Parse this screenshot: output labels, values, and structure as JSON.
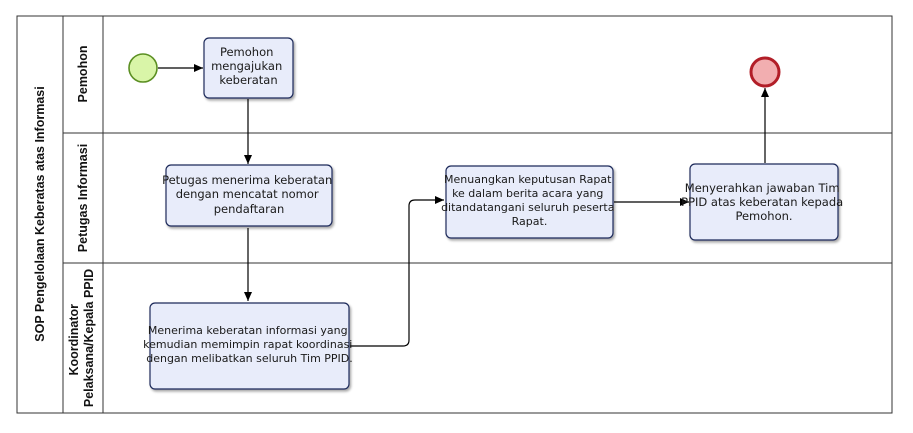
{
  "pool": {
    "title": "SOP Pengelolaan Keberatas atas Informasi"
  },
  "lanes": [
    {
      "lines": [
        "Pemohon"
      ]
    },
    {
      "lines": [
        "Petugas Informasi"
      ]
    },
    {
      "lines": [
        "Koordinator",
        "Pelaksana/Kepala PPID"
      ]
    }
  ],
  "tasks": [
    {
      "id": "t1",
      "lines": [
        "Pemohon",
        "mengajukan",
        "keberatan"
      ]
    },
    {
      "id": "t2",
      "lines": [
        "Petugas menerima keberatan",
        "dengan mencatat nomor",
        "pendaftaran"
      ]
    },
    {
      "id": "t3",
      "lines": [
        "Menerima keberatan informasi yang",
        "kemudian memimpin rapat koordinasi",
        "dengan melibatkan seluruh Tim PPID."
      ]
    },
    {
      "id": "t4",
      "lines": [
        "Menuangkan keputusan Rapat",
        "ke dalam berita acara yang",
        "ditandatangani seluruh peserta",
        "Rapat."
      ]
    },
    {
      "id": "t5",
      "lines": [
        "Menyerahkan jawaban Tim",
        "PPID atas keberatan kepada",
        "Pemohon."
      ]
    }
  ],
  "colors": {
    "task_fill": "#e8ecfa",
    "task_stroke": "#1e2a5a",
    "start_fill": "#d9f5a8",
    "start_stroke": "#5b8f22",
    "end_fill": "#f2aeb0",
    "end_stroke": "#b21e28",
    "line": "#000000"
  }
}
